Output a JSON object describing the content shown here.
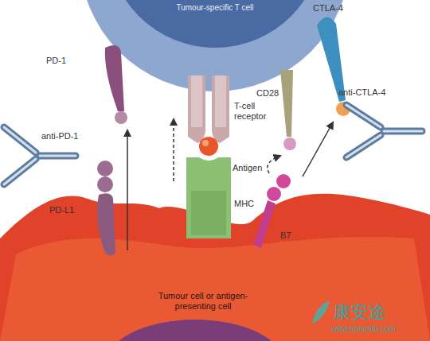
{
  "diagram": {
    "nodes": [
      {
        "text": [
          "Tumour-specific T cell"
        ]
      },
      {
        "text": [
          "Tumour cell or antigen-presenting cell"
        ]
      }
    ],
    "labels": [
      "PD-1",
      "anti-PD-1",
      "PD-L1",
      "T-cell receptor",
      "Antigen",
      "MHC",
      "CD28",
      "CTLA-4",
      "anti-CTLA-4",
      "B7",
      "康安途",
      "www.kanantu.com"
    ]
  }
}
